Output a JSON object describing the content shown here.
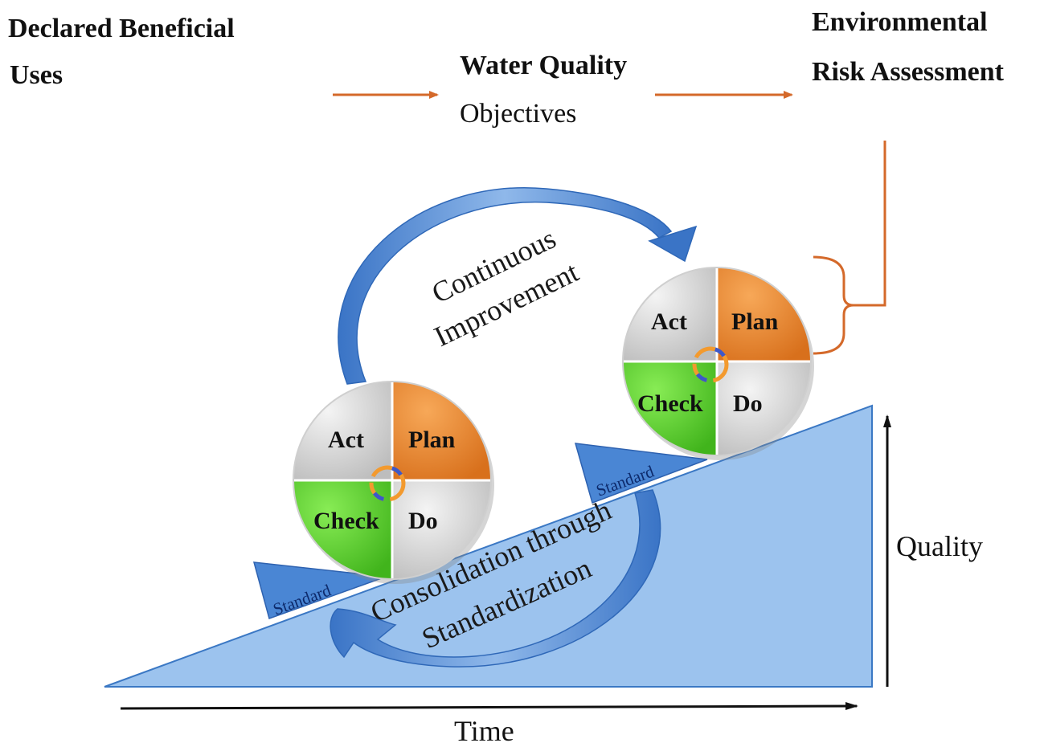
{
  "header": {
    "declared_line1": "Declared Beneficial",
    "declared_line2": "Uses",
    "wq_line1": "Water Quality",
    "wq_line2": "Objectives",
    "era_line1": "Environmental",
    "era_line2": "Risk Assessment"
  },
  "cycle_labels": {
    "continuous_line1": "Continuous",
    "continuous_line2": "Improvement",
    "consolidation_line1": "Consolidation through",
    "consolidation_line2": "Standardization"
  },
  "spheres": [
    {
      "act": "Act",
      "plan": "Plan",
      "check": "Check",
      "do": "Do"
    },
    {
      "act": "Act",
      "plan": "Plan",
      "check": "Check",
      "do": "Do"
    }
  ],
  "wedges": {
    "standard_1": "Standard",
    "standard_2": "Standard"
  },
  "axes": {
    "time": "Time",
    "quality": "Quality"
  },
  "colors": {
    "arrow_orange": "#d4692a",
    "ramp_blue": "#9cc3ee",
    "ramp_stroke": "#3b78c4",
    "curve_blue": "#4a86d4",
    "plan_orange": "#ee8a2c",
    "check_green": "#5cd62a",
    "grey_quadrant": "#dadada"
  }
}
